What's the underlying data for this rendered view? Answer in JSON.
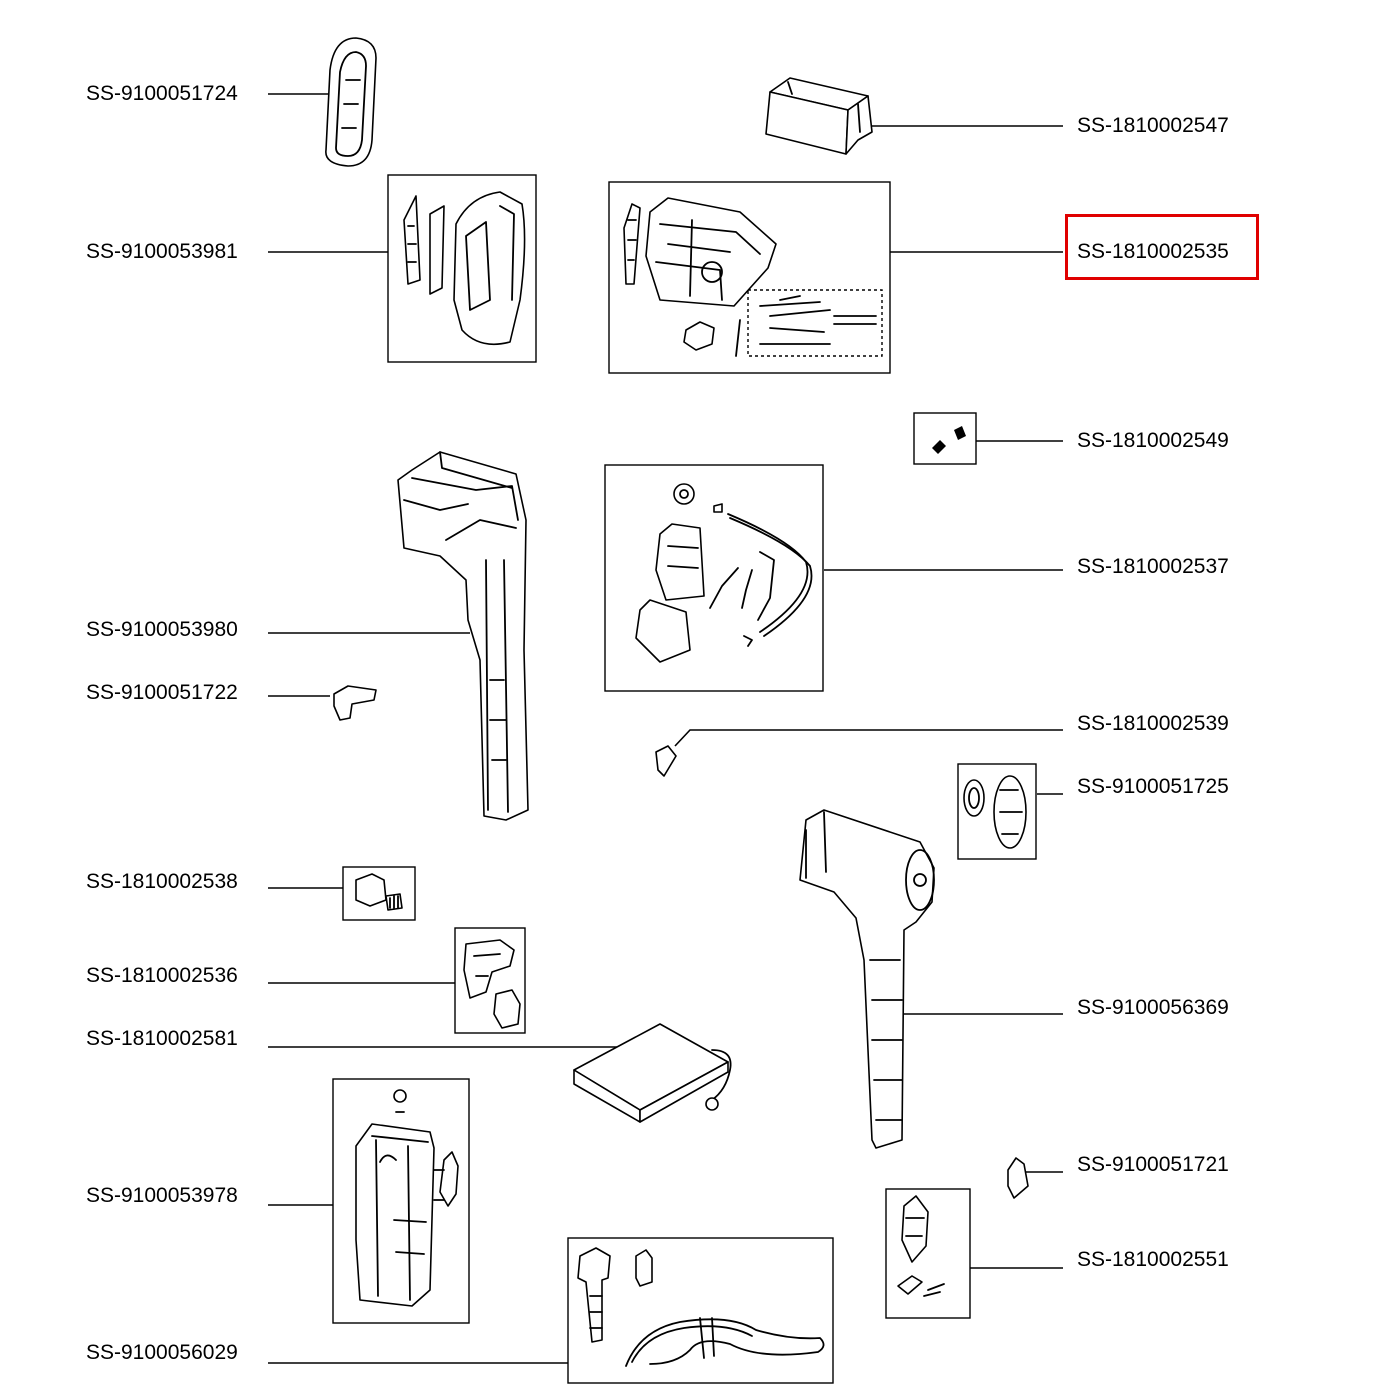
{
  "labels": {
    "p9100051724": "SS-9100051724",
    "p9100053981": "SS-9100053981",
    "p9100053980": "SS-9100053980",
    "p9100051722": "SS-9100051722",
    "p1810002538": "SS-1810002538",
    "p1810002536": "SS-1810002536",
    "p1810002581": "SS-1810002581",
    "p9100053978": "SS-9100053978",
    "p9100056029": "SS-9100056029",
    "p1810002547": "SS-1810002547",
    "p1810002535": "SS-1810002535",
    "p1810002549": "SS-1810002549",
    "p1810002537": "SS-1810002537",
    "p1810002539": "SS-1810002539",
    "p9100051725": "SS-9100051725",
    "p9100056369": "SS-9100056369",
    "p9100051721": "SS-9100051721",
    "p1810002551": "SS-1810002551"
  },
  "highlight_color": "#e00000",
  "highlighted_part": "SS-1810002535"
}
